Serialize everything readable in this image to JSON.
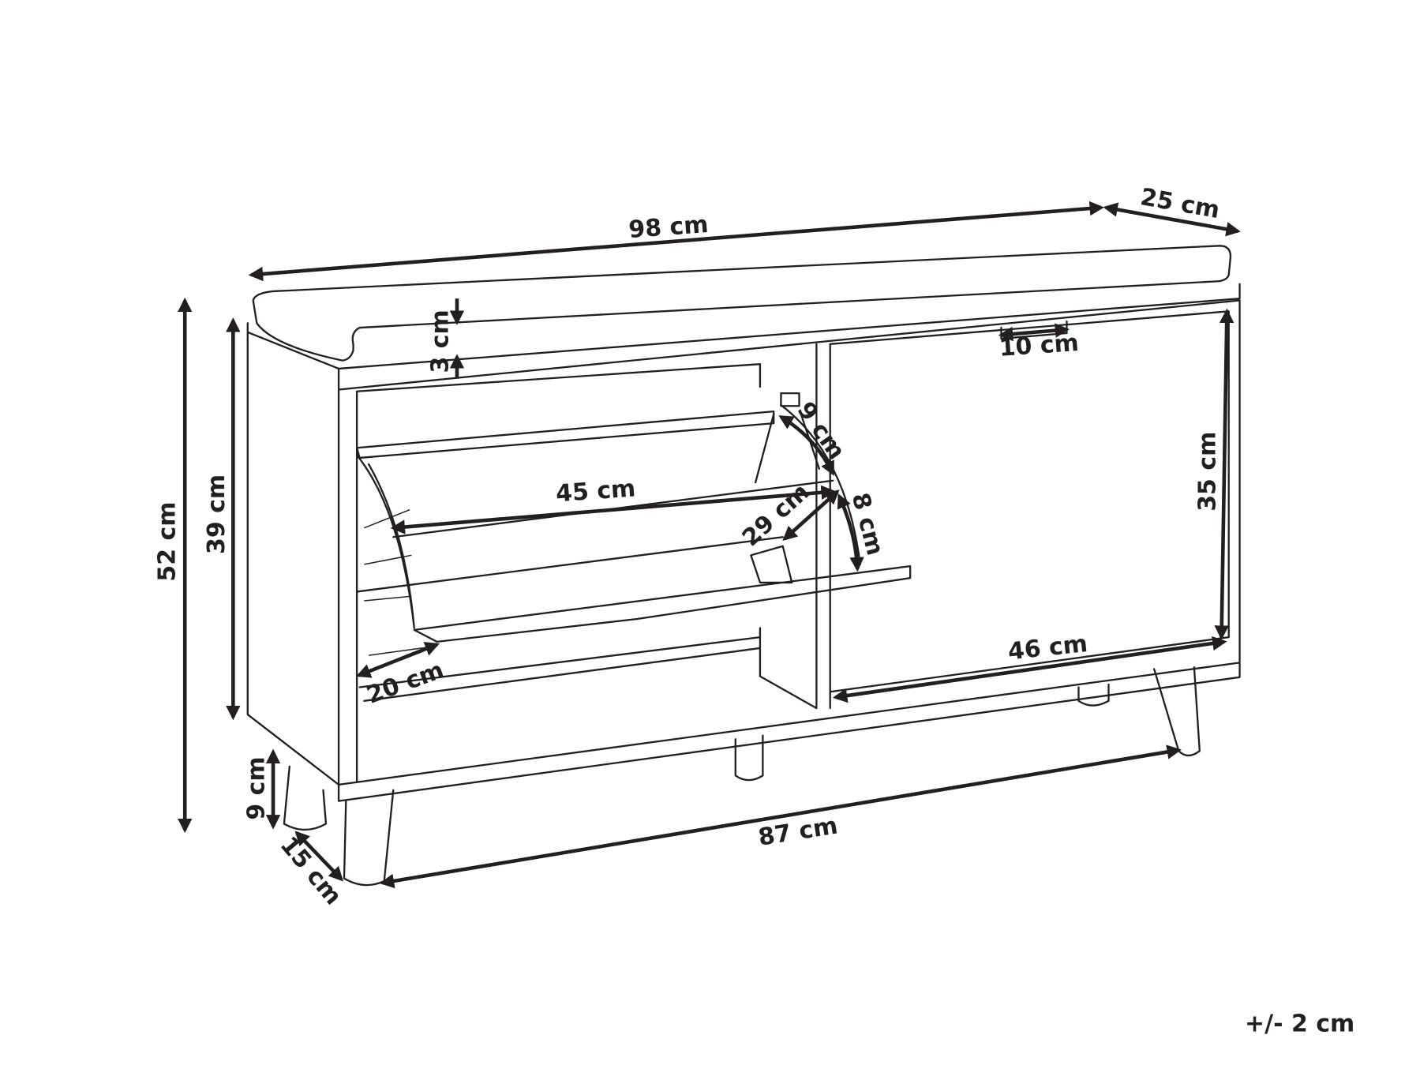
{
  "labels": {
    "total_width": "98 cm",
    "depth": "25 cm",
    "total_height": "52 cm",
    "body_height": "39 cm",
    "cushion_thickness": "3 cm",
    "handle_width": "10 cm",
    "door_height": "35 cm",
    "door_width": "46 cm",
    "flap_width": "45 cm",
    "flap_depth": "29 cm",
    "hinge_arc_top": "9 cm",
    "hinge_arc_side": "8 cm",
    "compartment_depth": "20 cm",
    "leg_height": "9 cm",
    "leg_depth": "15 cm",
    "leg_span": "87 cm",
    "tolerance": "+/- 2 cm"
  },
  "colors": {
    "line": "#231f20",
    "background": "#ffffff"
  }
}
